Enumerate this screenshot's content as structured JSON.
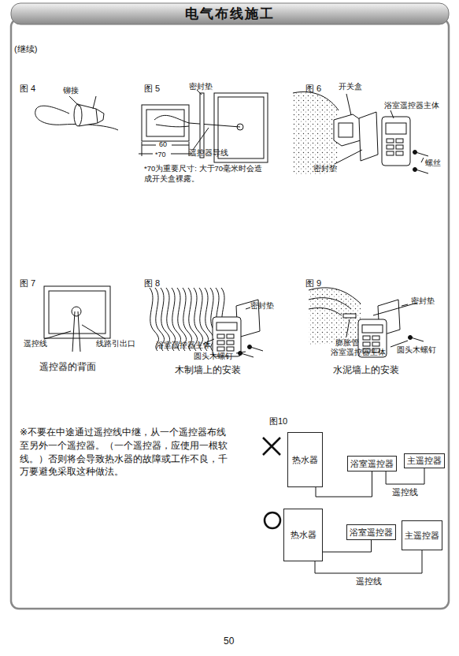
{
  "diagram": {
    "title": "电气布线施工",
    "nodes": [
      {
        "text": [
          "热水器"
        ]
      },
      {
        "text": [
          "浴室遥控器"
        ]
      },
      {
        "text": [
          "主遥控器"
        ]
      },
      {
        "text": [
          "热水器"
        ]
      },
      {
        "text": [
          "浴室遥控器"
        ]
      },
      {
        "text": [
          "主遥控器"
        ]
      }
    ],
    "edges": [
      {
        "from": 0,
        "to": 1,
        "arrow": "none"
      },
      {
        "from": 1,
        "to": 2,
        "label": "遥控线",
        "arrow": "none"
      },
      {
        "from": 3,
        "to": 4,
        "arrow": "none"
      },
      {
        "from": 3,
        "to": 5,
        "label": "遥控线",
        "arrow": "none"
      }
    ],
    "labels": [
      "(继续)",
      "图 4",
      "铆接",
      "图 5",
      "密封垫",
      "遥控器导线",
      "60",
      "*70",
      "*70为重要尺寸: 大于70毫米时会造成开关盒裸露。",
      "图 6",
      "开关盒",
      "浴室遥控器主体",
      "螺丝",
      "密封垫",
      "图 7",
      "遥控线",
      "线路引出口",
      "遥控器的背面",
      "图 8",
      "密封垫",
      "浴室遥控器主体",
      "圆头木螺钉",
      "木制墙上的安装",
      "图 9",
      "密封垫",
      "膨胀管",
      "浴室遥控器主体",
      "圆头木螺钉",
      "水泥墙上的安装",
      "图10",
      "※不要在中途通过遥控线中继，从一个遥控器布线至另外一个遥控器。（一个遥控器，应使用一根软线。）否则将会导致热水器的故障或工作不良，千万要避免采取这种做法。",
      "50"
    ]
  }
}
